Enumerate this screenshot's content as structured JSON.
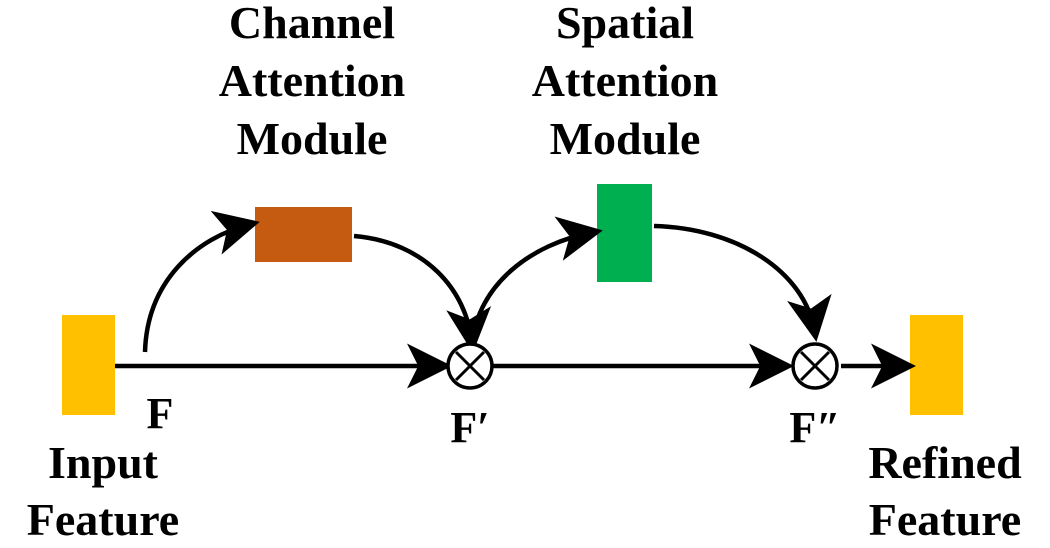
{
  "modules": {
    "channel": {
      "title_lines": [
        "Channel",
        "Attention",
        "Module"
      ],
      "color": "#C55A11"
    },
    "spatial": {
      "title_lines": [
        "Spatial",
        "Attention",
        "Module"
      ],
      "color": "#00B050"
    }
  },
  "features": {
    "input": {
      "symbol": "F",
      "caption_lines": [
        "Input",
        "Feature"
      ],
      "color": "#FFC000"
    },
    "refined": {
      "caption_lines": [
        "Refined",
        "Feature"
      ],
      "color": "#FFC000"
    }
  },
  "operators": {
    "first": {
      "symbol": "F′",
      "icon": "multiply-circle-icon"
    },
    "second": {
      "symbol": "F″",
      "icon": "multiply-circle-icon"
    }
  },
  "colors": {
    "line": "#000000",
    "operator_fill": "#ffffff"
  }
}
